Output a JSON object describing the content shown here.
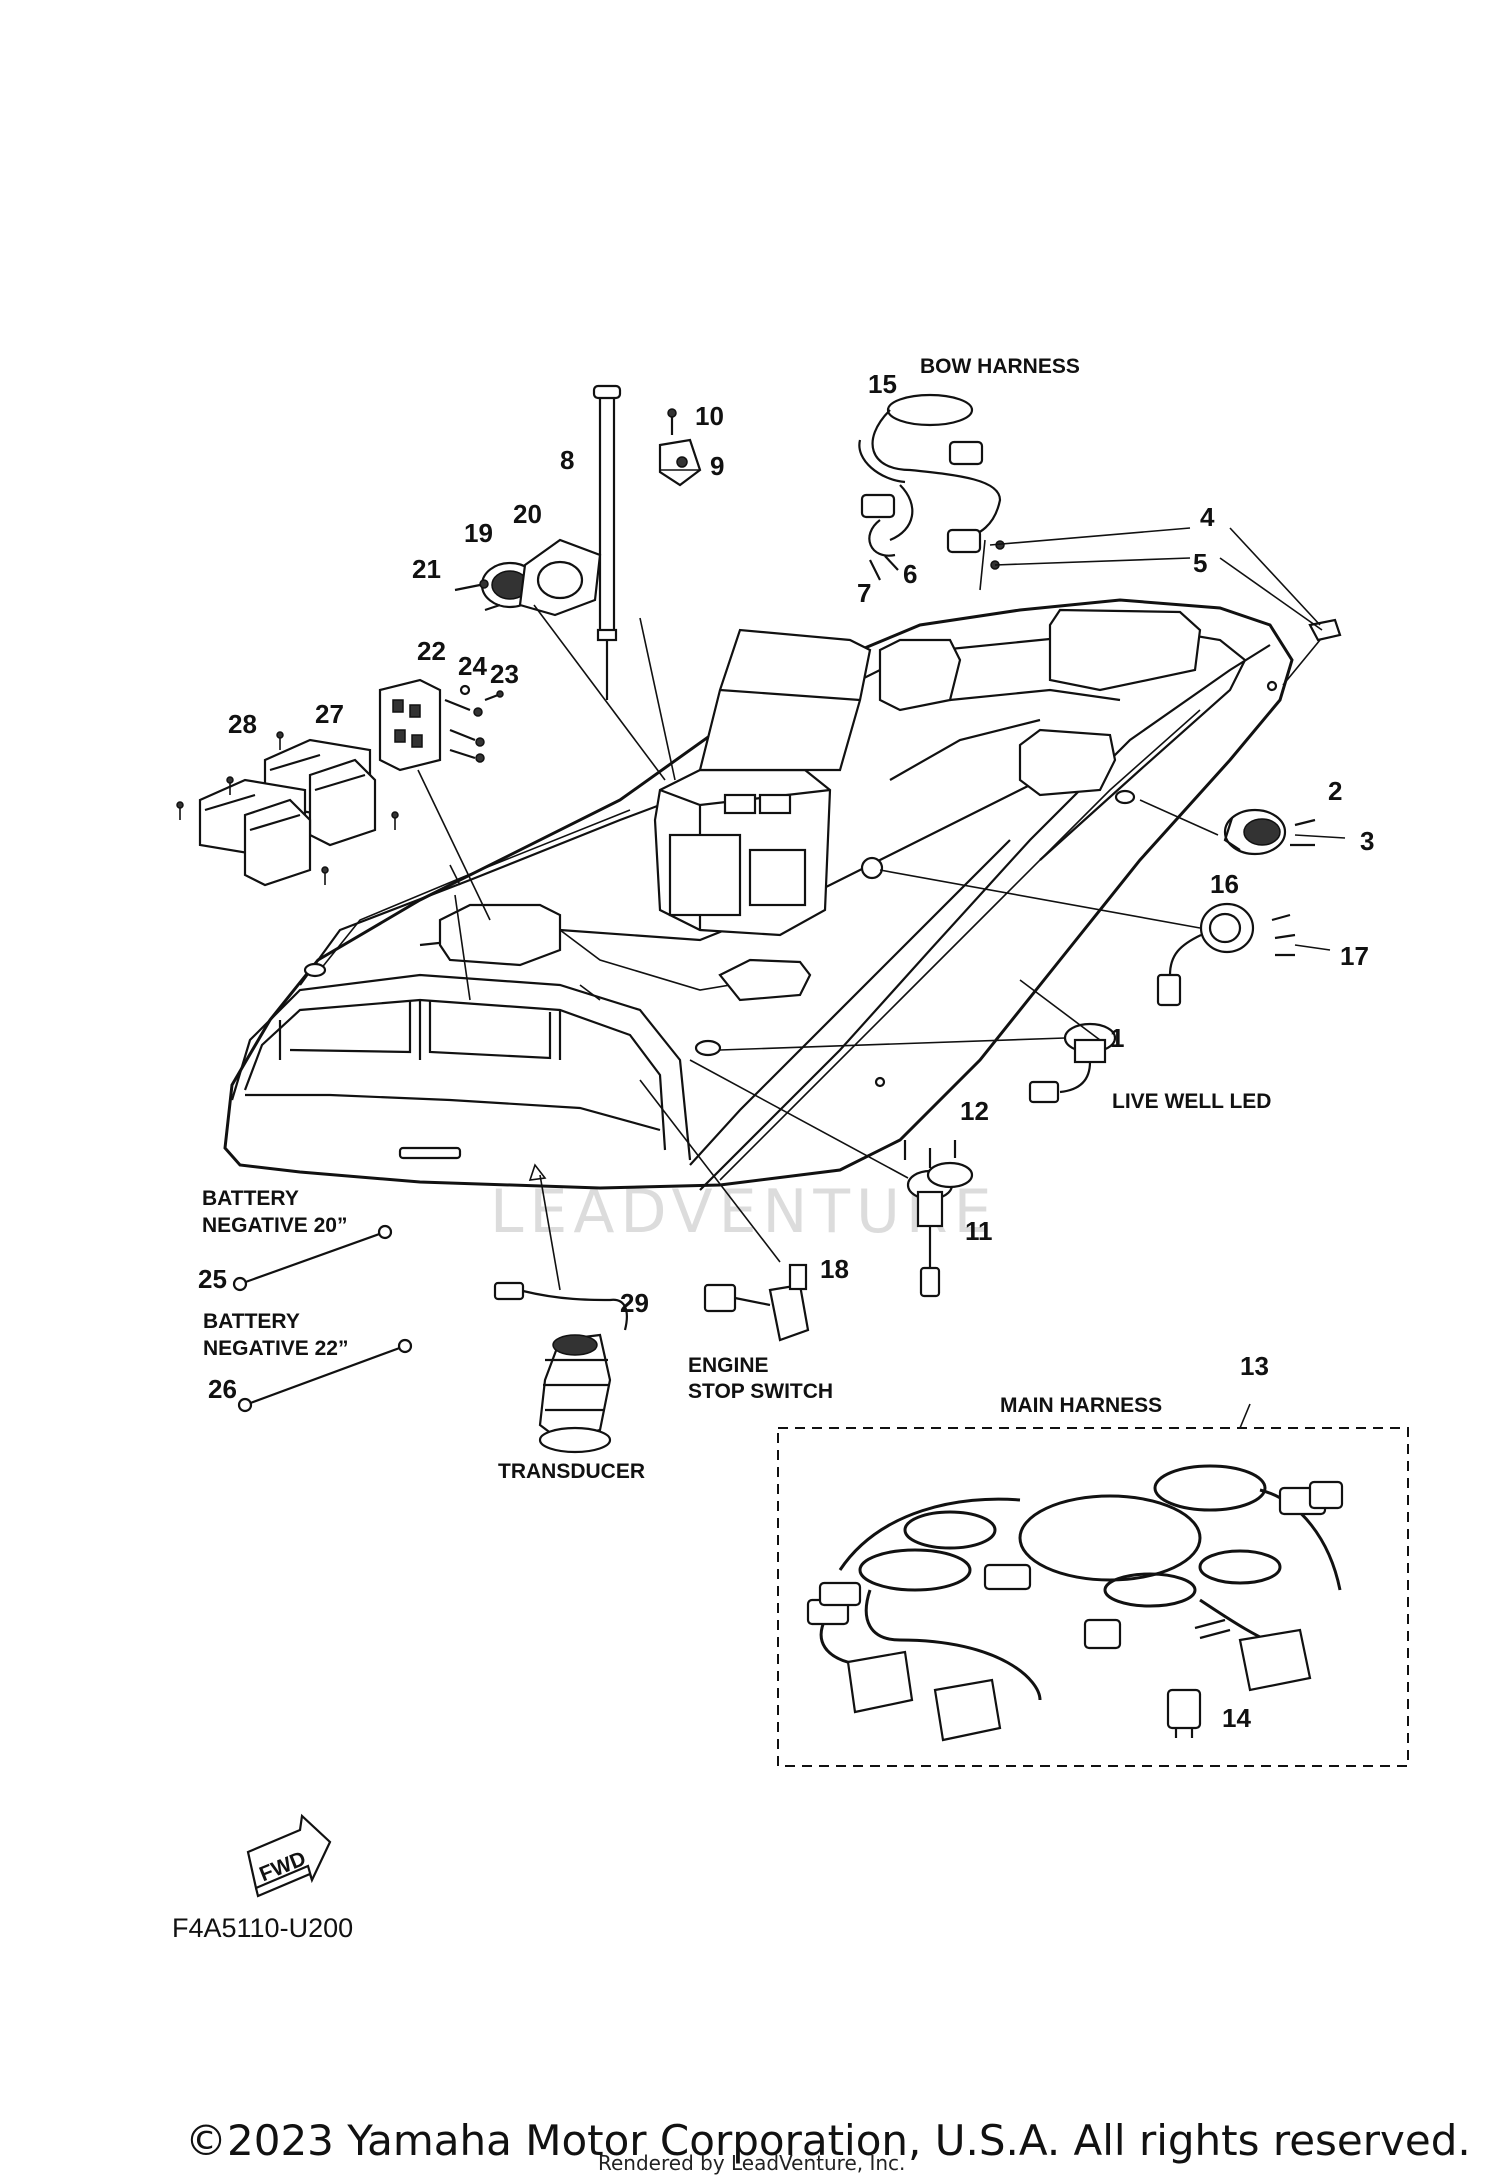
{
  "parts": [
    {
      "id": "1",
      "label": "1"
    },
    {
      "id": "2",
      "label": "2"
    },
    {
      "id": "3",
      "label": "3"
    },
    {
      "id": "4",
      "label": "4"
    },
    {
      "id": "5",
      "label": "5"
    },
    {
      "id": "6",
      "label": "6"
    },
    {
      "id": "7",
      "label": "7"
    },
    {
      "id": "8",
      "label": "8"
    },
    {
      "id": "9",
      "label": "9"
    },
    {
      "id": "10",
      "label": "10"
    },
    {
      "id": "11",
      "label": "11"
    },
    {
      "id": "12",
      "label": "12"
    },
    {
      "id": "13",
      "label": "13"
    },
    {
      "id": "14",
      "label": "14"
    },
    {
      "id": "15",
      "label": "15"
    },
    {
      "id": "16",
      "label": "16"
    },
    {
      "id": "17",
      "label": "17"
    },
    {
      "id": "18",
      "label": "18"
    },
    {
      "id": "19",
      "label": "19"
    },
    {
      "id": "20",
      "label": "20"
    },
    {
      "id": "21",
      "label": "21"
    },
    {
      "id": "22",
      "label": "22"
    },
    {
      "id": "23",
      "label": "23"
    },
    {
      "id": "24",
      "label": "24"
    },
    {
      "id": "25",
      "label": "25"
    },
    {
      "id": "26",
      "label": "26"
    },
    {
      "id": "27",
      "label": "27"
    },
    {
      "id": "28",
      "label": "28"
    },
    {
      "id": "29",
      "label": "29"
    }
  ],
  "labels": {
    "bow_harness": "BOW HARNESS",
    "live_well_led": "LIVE WELL LED",
    "battery_negative_20_line1": "BATTERY",
    "battery_negative_20_line2": "NEGATIVE 20”",
    "battery_negative_22_line1": "BATTERY",
    "battery_negative_22_line2": "NEGATIVE 22”",
    "engine_stop_switch_line1": "ENGINE",
    "engine_stop_switch_line2": "STOP SWITCH",
    "transducer": "TRANSDUCER",
    "main_harness": "MAIN HARNESS",
    "fwd": "FWD"
  },
  "diagram_code": "F4A5110-U200",
  "watermark": "LEADVENTURE",
  "copyright": "©2023 Yamaha Motor Corporation, U.S.A. All rights reserved.",
  "rendered_by": "Rendered by LeadVenture, Inc."
}
